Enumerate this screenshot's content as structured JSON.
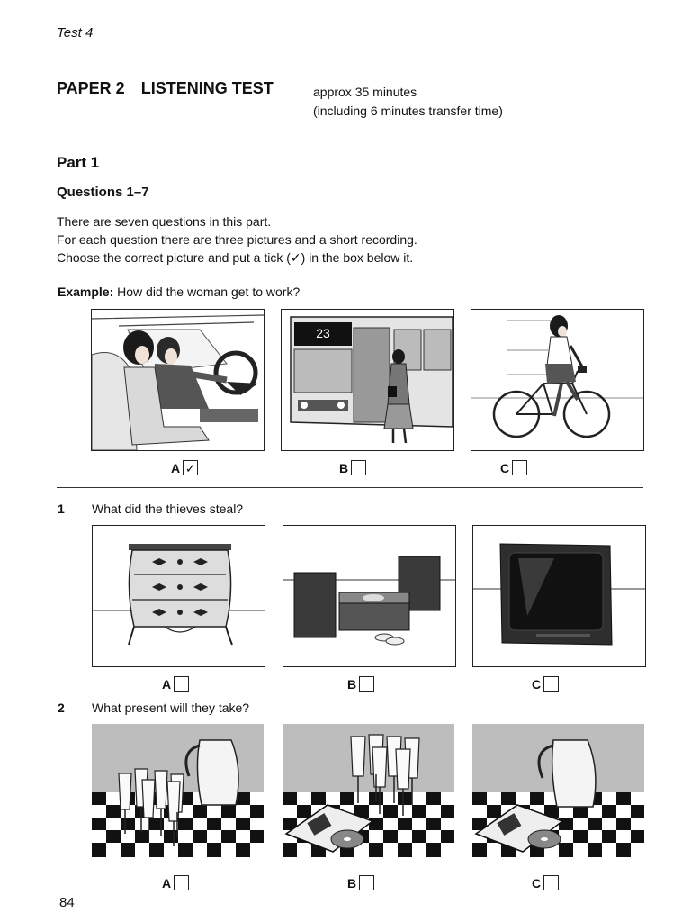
{
  "header": {
    "running_title": "Test 4"
  },
  "paper": {
    "label": "PAPER 2",
    "title": "LISTENING TEST",
    "duration": "approx 35 minutes",
    "duration_note": "(including 6 minutes transfer time)"
  },
  "part": {
    "heading": "Part 1",
    "questions_heading": "Questions 1–7",
    "instructions": [
      "There are seven questions in this part.",
      "For each question there are three pictures and a short recording.",
      "Choose the correct picture and put a tick (✓) in the box below it."
    ]
  },
  "example": {
    "label": "Example:",
    "question": "How did the woman get to work?",
    "options": [
      {
        "letter": "A",
        "tick": "✓",
        "picture": "woman-in-car"
      },
      {
        "letter": "B",
        "tick": "",
        "picture": "woman-at-bus",
        "bus_number": "23"
      },
      {
        "letter": "C",
        "tick": "",
        "picture": "woman-on-bicycle"
      }
    ]
  },
  "questions": [
    {
      "number": "1",
      "text": "What did the thieves steal?",
      "options": [
        {
          "letter": "A",
          "tick": "",
          "picture": "chest-of-drawers"
        },
        {
          "letter": "B",
          "tick": "",
          "picture": "stereo-system"
        },
        {
          "letter": "C",
          "tick": "",
          "picture": "television"
        }
      ]
    },
    {
      "number": "2",
      "text": "What present will they take?",
      "options": [
        {
          "letter": "A",
          "tick": "",
          "picture": "glasses-and-jug"
        },
        {
          "letter": "B",
          "tick": "",
          "picture": "glasses-and-dvd"
        },
        {
          "letter": "C",
          "tick": "",
          "picture": "jug-and-dvd"
        }
      ]
    }
  ],
  "footer": {
    "page_number": "84"
  }
}
